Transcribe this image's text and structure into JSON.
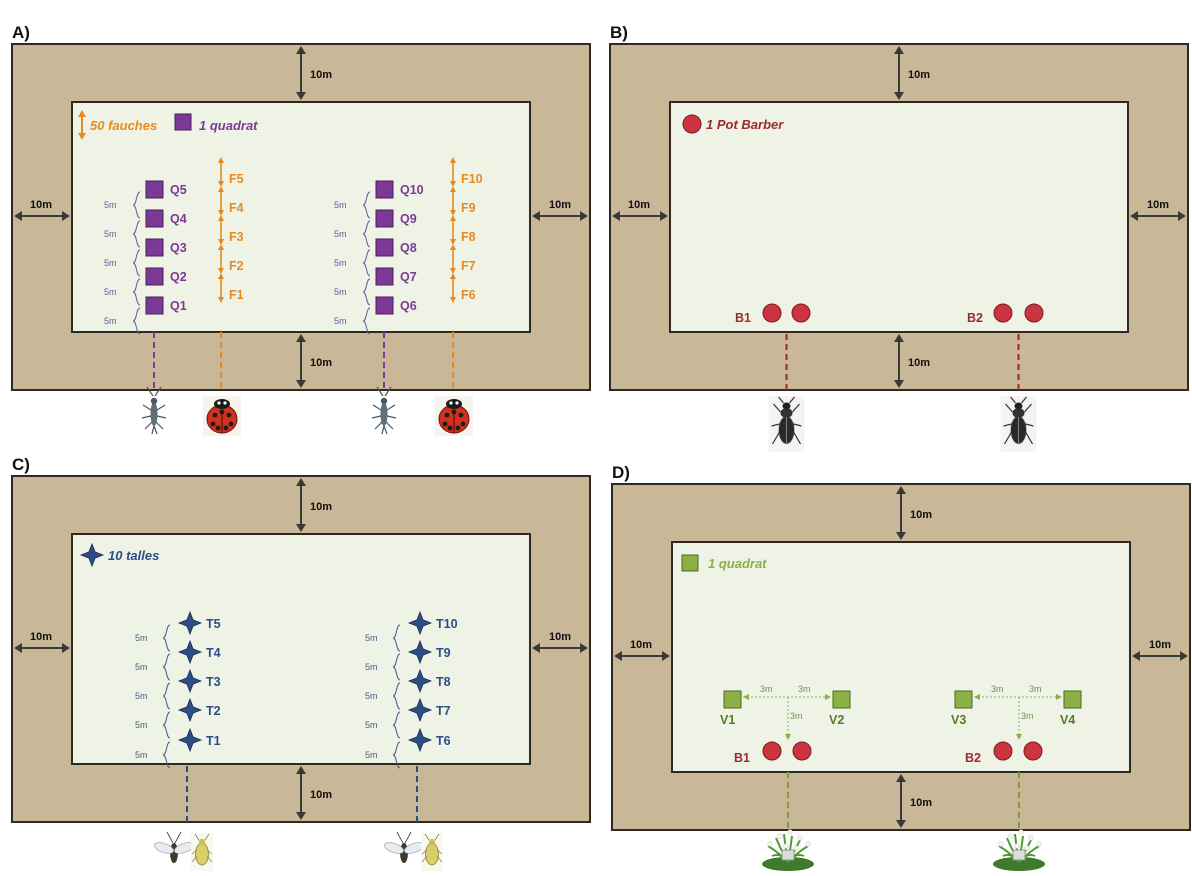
{
  "colors": {
    "outer": "#c8b898",
    "inner": "#eef3e6",
    "border": "#2e2a22",
    "purple": "#7c3a96",
    "orange": "#e88a1e",
    "red": "#cc3440",
    "darkred": "#9c2a30",
    "blue": "#2c4d86",
    "green": "#8ab046",
    "darkgreen": "#5a7a2a",
    "spacing": "#6a5a9a"
  },
  "icons": [
    "springtail-icon",
    "ladybug-icon",
    "ground-beetle-icon",
    "aphid-icon",
    "plant-icon"
  ],
  "panels": {
    "a": {
      "label": "A)",
      "margin_top": "10m",
      "margin_bottom": "10m",
      "margin_left": "10m",
      "margin_right": "10m",
      "legend_sweep": "50 fauches",
      "legend_quadrat": "1 quadrat",
      "quadrats_1": [
        "Q5",
        "Q4",
        "Q3",
        "Q2",
        "Q1"
      ],
      "sweeps_1": [
        "F5",
        "F4",
        "F3",
        "F2",
        "F1"
      ],
      "quadrats_2": [
        "Q10",
        "Q9",
        "Q8",
        "Q7",
        "Q6"
      ],
      "sweeps_2": [
        "F10",
        "F9",
        "F8",
        "F7",
        "F6"
      ],
      "spacing": "5m"
    },
    "b": {
      "label": "B)",
      "margin_top": "10m",
      "margin_bottom": "10m",
      "margin_left": "10m",
      "margin_right": "10m",
      "legend_trap": "1 Pot Barber",
      "traps": [
        "B1",
        "B2"
      ]
    },
    "c": {
      "label": "C)",
      "margin_top": "10m",
      "margin_bottom": "10m",
      "margin_left": "10m",
      "margin_right": "10m",
      "legend_tiller": "10 talles",
      "tillers_1": [
        "T5",
        "T4",
        "T3",
        "T2",
        "T1"
      ],
      "tillers_2": [
        "T10",
        "T9",
        "T8",
        "T7",
        "T6"
      ],
      "spacing": "5m"
    },
    "d": {
      "label": "D)",
      "margin_top": "10m",
      "margin_bottom": "10m",
      "margin_left": "10m",
      "margin_right": "10m",
      "legend_quadrat": "1 quadrat",
      "veg_quadrats": [
        "V1",
        "V2",
        "V3",
        "V4"
      ],
      "traps": [
        "B1",
        "B2"
      ],
      "spacing": "3m"
    }
  }
}
